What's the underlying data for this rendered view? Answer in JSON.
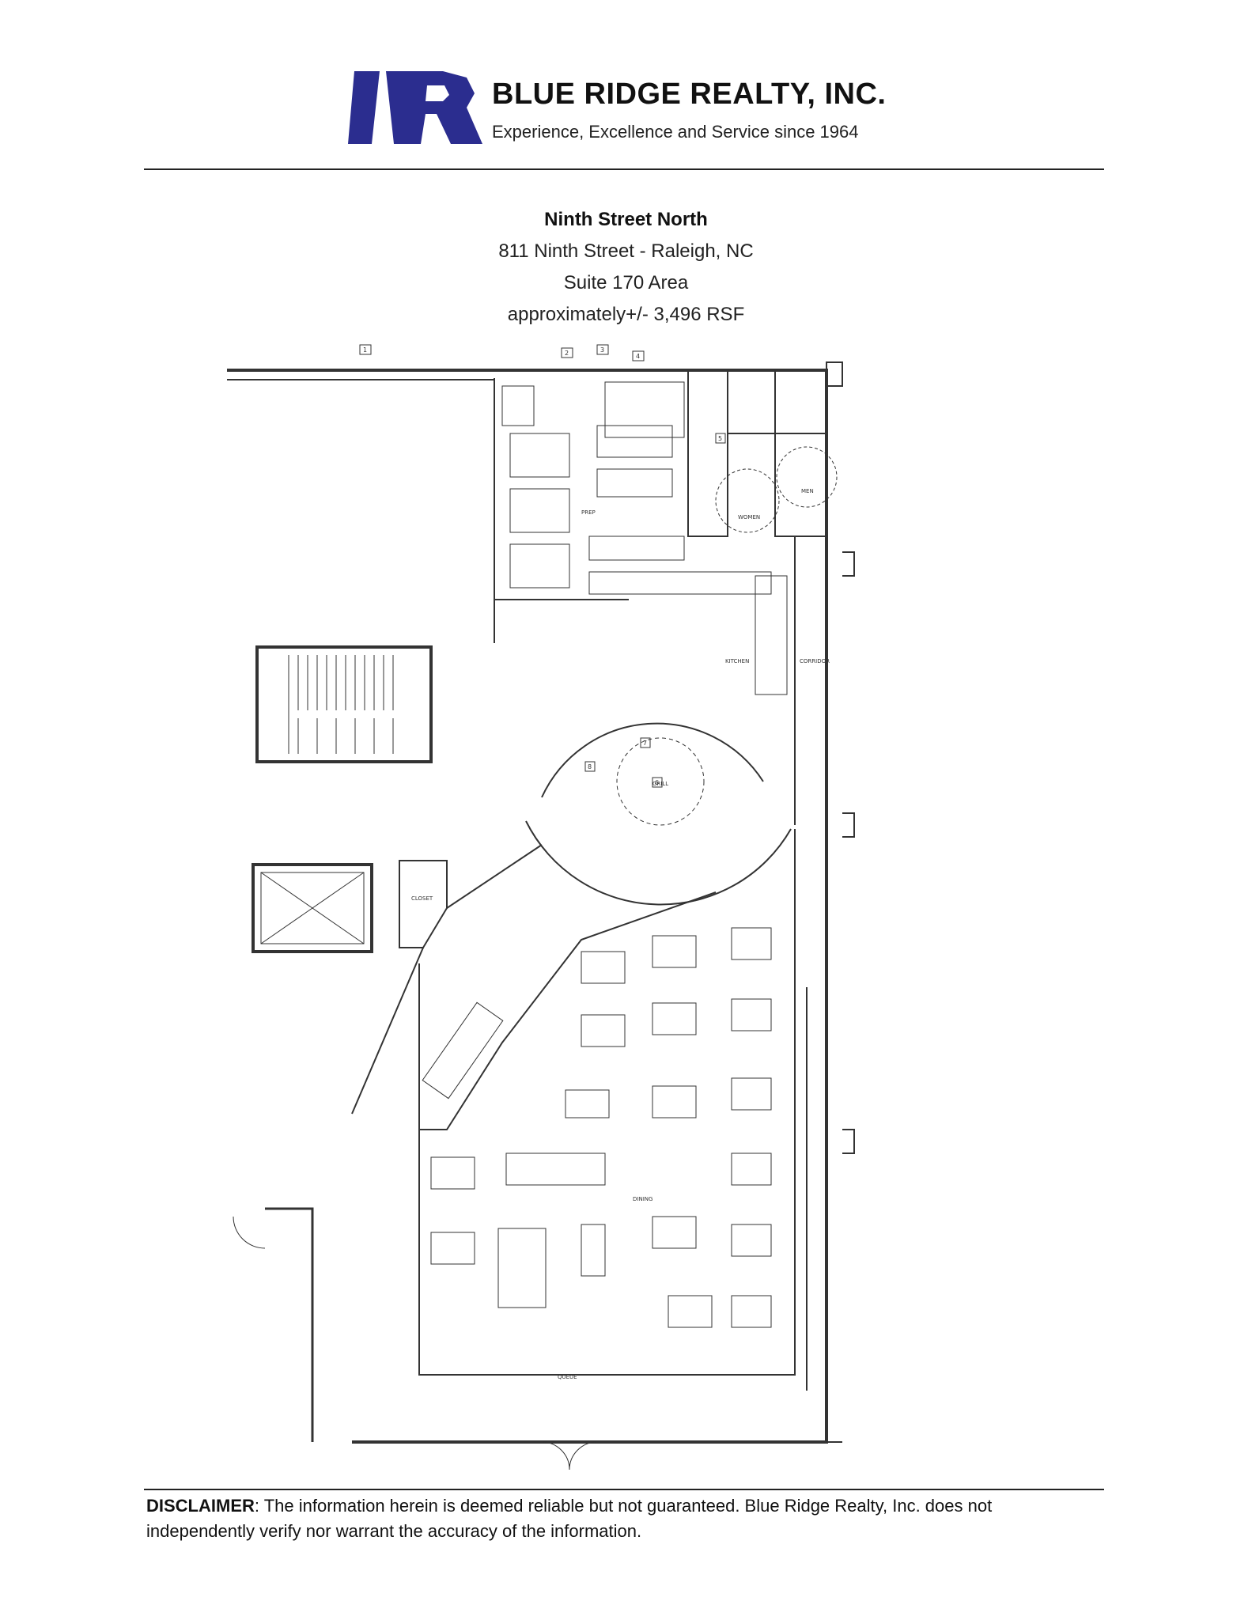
{
  "header": {
    "company_name": "BLUE RIDGE REALTY, INC.",
    "tagline": "Experience, Excellence and Service since 1964",
    "logo_text": "BR",
    "logo_color": "#2b2d8f"
  },
  "property": {
    "name": "Ninth Street North",
    "address": "811 Ninth Street - Raleigh, NC",
    "suite": "Suite 170 Area",
    "area": "approximately+/- 3,496 RSF"
  },
  "floor_plan": {
    "room_labels": {
      "prep": "PREP",
      "women": "WOMEN",
      "men": "MEN",
      "kitchen": "KITCHEN",
      "corridor": "CORRIDOR",
      "grill": "GRILL",
      "closet": "CLOSET",
      "dining": "DINING",
      "queue": "QUEUE"
    },
    "callouts": [
      "1",
      "2",
      "3",
      "4",
      "5",
      "6",
      "7",
      "8"
    ]
  },
  "footer": {
    "disclaimer_label": "DISCLAIMER",
    "disclaimer_text": ": The information herein is deemed reliable but not guaranteed. Blue Ridge Realty, Inc. does not independently verify nor warrant the accuracy of the information."
  }
}
